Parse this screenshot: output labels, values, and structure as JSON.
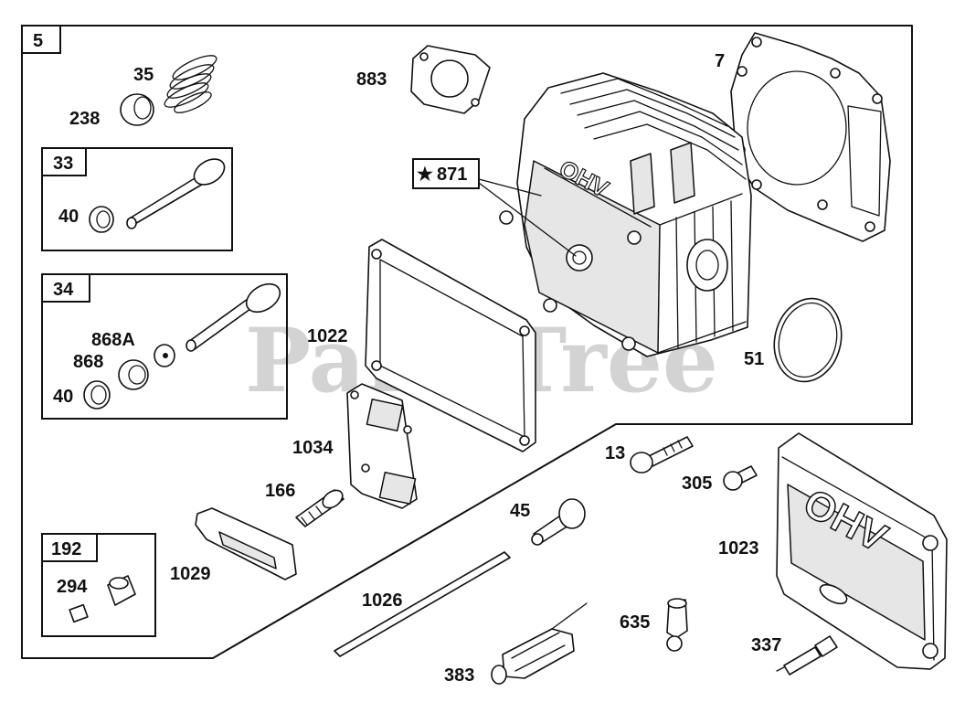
{
  "watermark": "PartsTree",
  "labels": {
    "group_5": "5",
    "group_33": "33",
    "group_34": "34",
    "group_192": "192",
    "p35": "35",
    "p238": "238",
    "p40_a": "40",
    "p40_b": "40",
    "p868a": "868A",
    "p868": "868",
    "p883": "883",
    "p871": "871",
    "p871_star": "★",
    "p7": "7",
    "p1022": "1022",
    "p51": "51",
    "p1034": "1034",
    "p166": "166",
    "p1029": "1029",
    "p294": "294",
    "p13": "13",
    "p305": "305",
    "p45": "45",
    "p1023": "1023",
    "p1026": "1026",
    "p635": "635",
    "p383": "383",
    "p337": "337"
  },
  "cover_text": "OHV",
  "head_text": "OHV"
}
